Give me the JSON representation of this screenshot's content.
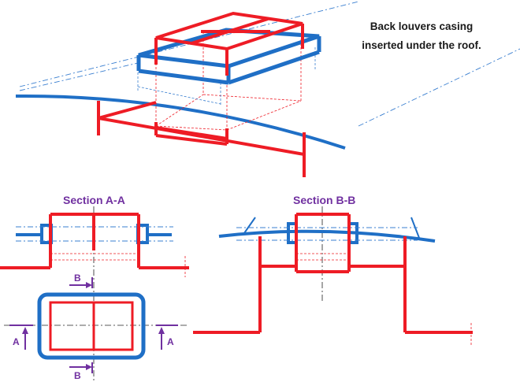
{
  "annotation": {
    "line1": "Back louvers casing",
    "line2": "inserted under the roof."
  },
  "sections": {
    "aa_title": "Section A-A",
    "bb_title": "Section B-B"
  },
  "markers": {
    "a_left": "A",
    "a_right": "A",
    "b_top": "B",
    "b_bottom": "B"
  },
  "colors": {
    "casing_red": "#ee1c25",
    "roof_blue": "#1f6fc6",
    "section_label_purple": "#7030a0"
  }
}
